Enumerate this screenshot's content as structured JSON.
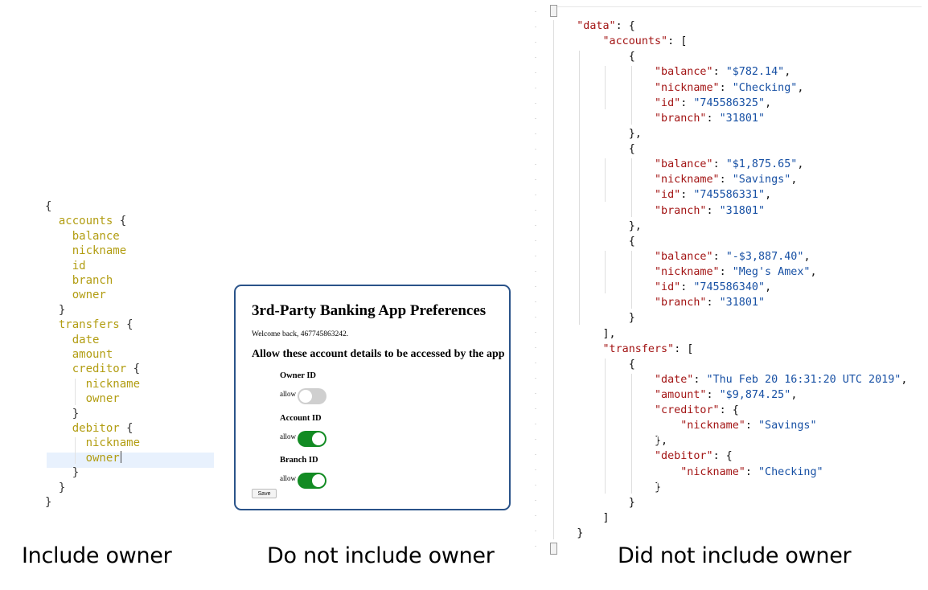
{
  "query_panel": {
    "lines": [
      {
        "text": "{"
      },
      {
        "text": "  accounts {"
      },
      {
        "text": "    balance"
      },
      {
        "text": "    nickname"
      },
      {
        "text": "    id"
      },
      {
        "text": "    branch"
      },
      {
        "text": "    owner"
      },
      {
        "text": "  }"
      },
      {
        "text": "  transfers {"
      },
      {
        "text": "    date"
      },
      {
        "text": "    amount"
      },
      {
        "text": "    creditor {"
      },
      {
        "text": "      nickname"
      },
      {
        "text": "      owner"
      },
      {
        "text": "    }"
      },
      {
        "text": "    debitor {"
      },
      {
        "text": "      nickname"
      },
      {
        "text": "      owner"
      },
      {
        "text": "    }"
      },
      {
        "text": "  }"
      },
      {
        "text": "}"
      }
    ]
  },
  "prefs_dialog": {
    "title": "3rd-Party Banking App Preferences",
    "welcome": "Welcome back, 467745863242.",
    "subtitle": "Allow these account details to be accessed by the app",
    "permissions": [
      {
        "label": "Owner ID",
        "allow_text": "allow",
        "enabled": false
      },
      {
        "label": "Account ID",
        "allow_text": "allow",
        "enabled": true
      },
      {
        "label": "Branch ID",
        "allow_text": "allow",
        "enabled": true
      }
    ],
    "save_label": "Save",
    "colors": {
      "toggle_on": "#128b23",
      "toggle_off": "#cfcfcf",
      "border": "#2a5389"
    }
  },
  "json_panel": {
    "lines": [
      [
        [
          "p",
          "{"
        ]
      ],
      [
        [
          "p",
          "    "
        ],
        [
          "k",
          "\"data\""
        ],
        [
          "p",
          ": {"
        ]
      ],
      [
        [
          "p",
          "        "
        ],
        [
          "k",
          "\"accounts\""
        ],
        [
          "p",
          ": ["
        ]
      ],
      [
        [
          "p",
          "            {"
        ]
      ],
      [
        [
          "p",
          "                "
        ],
        [
          "k",
          "\"balance\""
        ],
        [
          "p",
          ": "
        ],
        [
          "s",
          "\"$782.14\""
        ],
        [
          "p",
          ","
        ]
      ],
      [
        [
          "p",
          "                "
        ],
        [
          "k",
          "\"nickname\""
        ],
        [
          "p",
          ": "
        ],
        [
          "s",
          "\"Checking\""
        ],
        [
          "p",
          ","
        ]
      ],
      [
        [
          "p",
          "                "
        ],
        [
          "k",
          "\"id\""
        ],
        [
          "p",
          ": "
        ],
        [
          "s",
          "\"745586325\""
        ],
        [
          "p",
          ","
        ]
      ],
      [
        [
          "p",
          "                "
        ],
        [
          "k",
          "\"branch\""
        ],
        [
          "p",
          ": "
        ],
        [
          "s",
          "\"31801\""
        ]
      ],
      [
        [
          "p",
          "            },"
        ]
      ],
      [
        [
          "p",
          "            {"
        ]
      ],
      [
        [
          "p",
          "                "
        ],
        [
          "k",
          "\"balance\""
        ],
        [
          "p",
          ": "
        ],
        [
          "s",
          "\"$1,875.65\""
        ],
        [
          "p",
          ","
        ]
      ],
      [
        [
          "p",
          "                "
        ],
        [
          "k",
          "\"nickname\""
        ],
        [
          "p",
          ": "
        ],
        [
          "s",
          "\"Savings\""
        ],
        [
          "p",
          ","
        ]
      ],
      [
        [
          "p",
          "                "
        ],
        [
          "k",
          "\"id\""
        ],
        [
          "p",
          ": "
        ],
        [
          "s",
          "\"745586331\""
        ],
        [
          "p",
          ","
        ]
      ],
      [
        [
          "p",
          "                "
        ],
        [
          "k",
          "\"branch\""
        ],
        [
          "p",
          ": "
        ],
        [
          "s",
          "\"31801\""
        ]
      ],
      [
        [
          "p",
          "            },"
        ]
      ],
      [
        [
          "p",
          "            {"
        ]
      ],
      [
        [
          "p",
          "                "
        ],
        [
          "k",
          "\"balance\""
        ],
        [
          "p",
          ": "
        ],
        [
          "s",
          "\"-$3,887.40\""
        ],
        [
          "p",
          ","
        ]
      ],
      [
        [
          "p",
          "                "
        ],
        [
          "k",
          "\"nickname\""
        ],
        [
          "p",
          ": "
        ],
        [
          "s",
          "\"Meg's Amex\""
        ],
        [
          "p",
          ","
        ]
      ],
      [
        [
          "p",
          "                "
        ],
        [
          "k",
          "\"id\""
        ],
        [
          "p",
          ": "
        ],
        [
          "s",
          "\"745586340\""
        ],
        [
          "p",
          ","
        ]
      ],
      [
        [
          "p",
          "                "
        ],
        [
          "k",
          "\"branch\""
        ],
        [
          "p",
          ": "
        ],
        [
          "s",
          "\"31801\""
        ]
      ],
      [
        [
          "p",
          "            }"
        ]
      ],
      [
        [
          "p",
          "        ],"
        ]
      ],
      [
        [
          "p",
          "        "
        ],
        [
          "k",
          "\"transfers\""
        ],
        [
          "p",
          ": ["
        ]
      ],
      [
        [
          "p",
          "            {"
        ]
      ],
      [
        [
          "p",
          "                "
        ],
        [
          "k",
          "\"date\""
        ],
        [
          "p",
          ": "
        ],
        [
          "s",
          "\"Thu Feb 20 16:31:20 UTC 2019\""
        ],
        [
          "p",
          ","
        ]
      ],
      [
        [
          "p",
          "                "
        ],
        [
          "k",
          "\"amount\""
        ],
        [
          "p",
          ": "
        ],
        [
          "s",
          "\"$9,874.25\""
        ],
        [
          "p",
          ","
        ]
      ],
      [
        [
          "p",
          "                "
        ],
        [
          "k",
          "\"creditor\""
        ],
        [
          "p",
          ": {"
        ]
      ],
      [
        [
          "p",
          "                    "
        ],
        [
          "k",
          "\"nickname\""
        ],
        [
          "p",
          ": "
        ],
        [
          "s",
          "\"Savings\""
        ]
      ],
      [
        [
          "p",
          "                },"
        ]
      ],
      [
        [
          "p",
          "                "
        ],
        [
          "k",
          "\"debitor\""
        ],
        [
          "p",
          ": {"
        ]
      ],
      [
        [
          "p",
          "                    "
        ],
        [
          "k",
          "\"nickname\""
        ],
        [
          "p",
          ": "
        ],
        [
          "s",
          "\"Checking\""
        ]
      ],
      [
        [
          "p",
          "                }"
        ]
      ],
      [
        [
          "p",
          "            }"
        ]
      ],
      [
        [
          "p",
          "        ]"
        ]
      ],
      [
        [
          "p",
          "    }"
        ]
      ],
      [
        [
          "p",
          "}"
        ]
      ]
    ]
  },
  "captions": {
    "left": "Include owner",
    "middle": "Do not include owner",
    "right": "Did not include owner"
  }
}
